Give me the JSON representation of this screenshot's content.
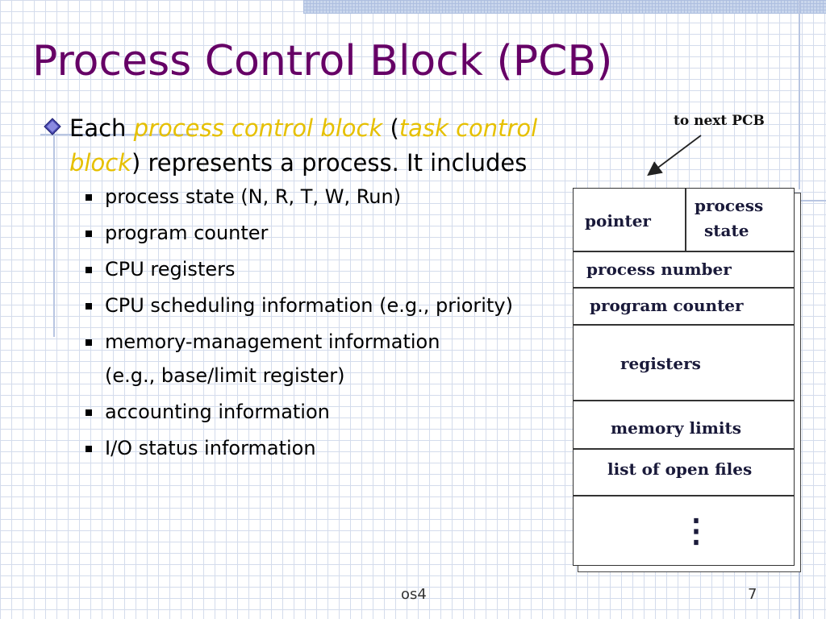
{
  "slide": {
    "title": "Process Control Block (PCB)",
    "main_bullet": {
      "prefix": "Each ",
      "term": "process control block",
      "open_paren": " (",
      "alt_term": "task control block",
      "suffix": ") represents a process. It includes"
    },
    "sub_items": [
      "process state (N, R, T, W, Run)",
      "program counter",
      "CPU registers",
      "CPU scheduling information (e.g., priority)",
      "memory-management information",
      "accounting information",
      "I/O status information"
    ],
    "sub_item_continuation": "(e.g., base/limit register)"
  },
  "diagram": {
    "arrow_label": "to next PCB",
    "pointer": "pointer",
    "process_state_line1": "process",
    "process_state_line2": "state",
    "process_number": "process number",
    "program_counter": "program counter",
    "registers": "registers",
    "memory_limits": "memory limits",
    "open_files": "list of open files",
    "ellipsis": "⋮"
  },
  "footer": {
    "center": "os4",
    "page": "7"
  },
  "colors": {
    "title": "#660066",
    "emphasis": "#e6c000"
  },
  "icons": {
    "bullet": "diamond-bullet-icon",
    "sub_bullet": "square-bullet-icon"
  }
}
